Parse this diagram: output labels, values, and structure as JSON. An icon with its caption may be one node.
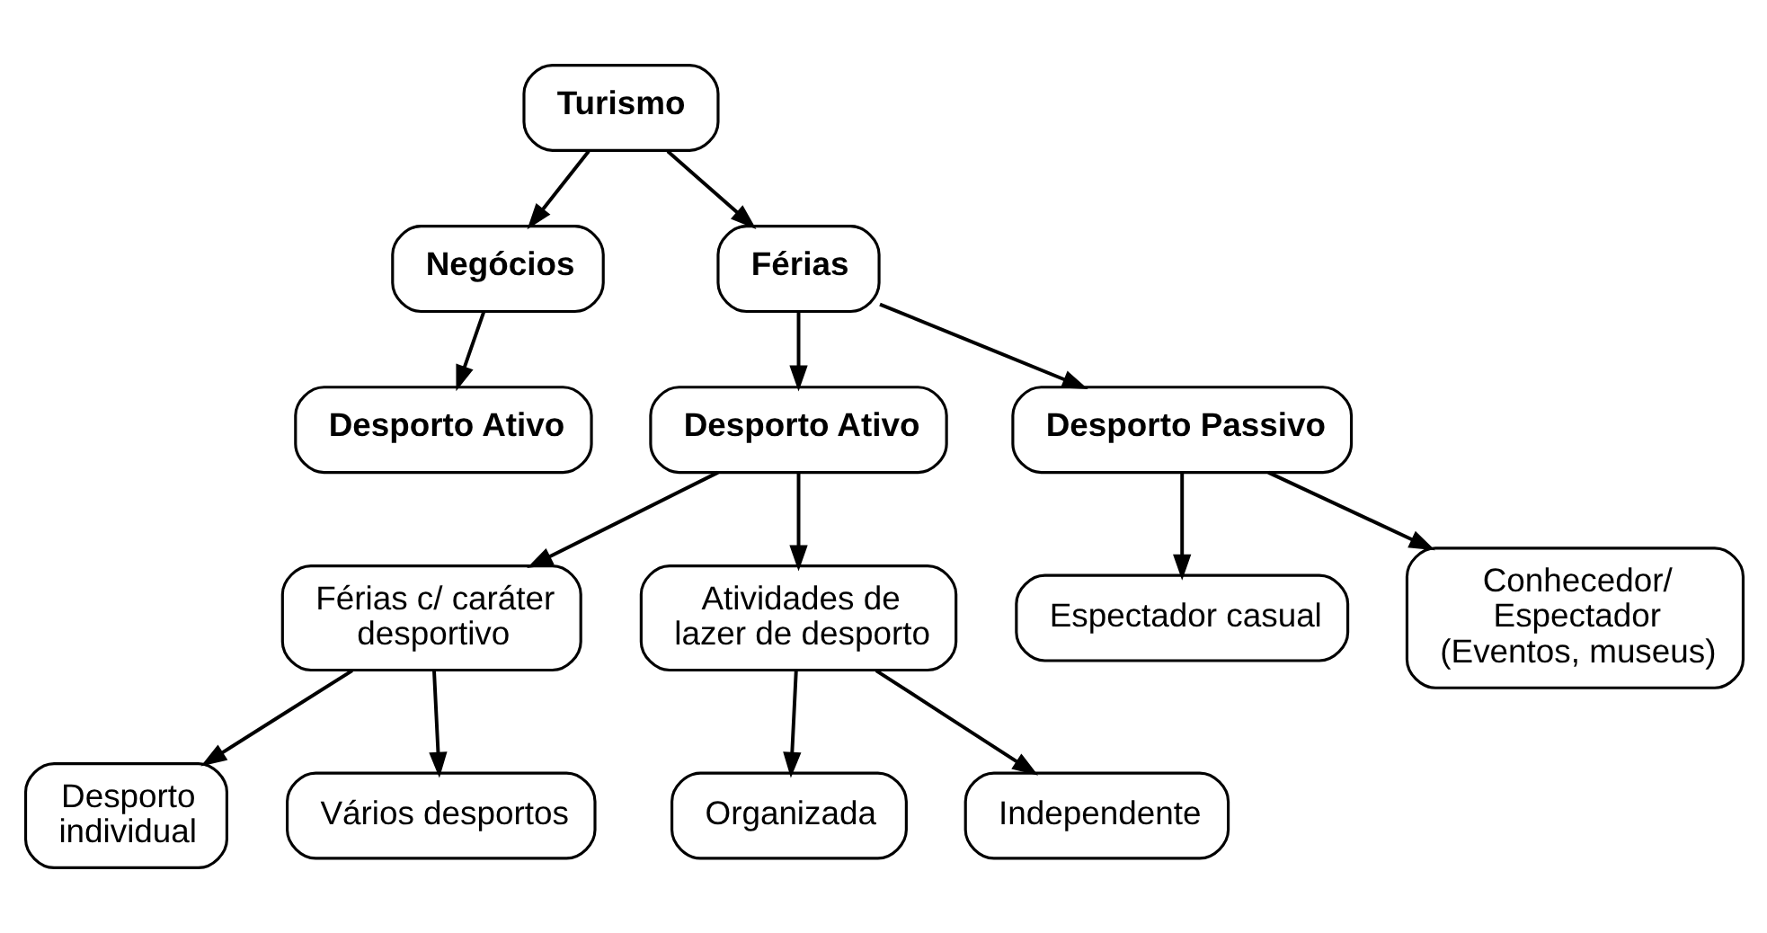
{
  "diagram": {
    "nodes": [
      {
        "text": [
          "Turismo"
        ]
      },
      {
        "text": [
          "Negócios"
        ]
      },
      {
        "text": [
          "Desporto Ativo"
        ]
      },
      {
        "text": [
          "Férias"
        ]
      },
      {
        "text": [
          "Desporto Ativo"
        ]
      },
      {
        "text": [
          "Desporto Passivo"
        ]
      },
      {
        "text": [
          "Espectador casual"
        ]
      },
      {
        "text": [
          "Conhecedor/ Espectador (Eventos, museus)"
        ]
      },
      {
        "text": [
          "Férias c/ caráter desportivo"
        ]
      },
      {
        "text": [
          "Atividades de lazer de desporto"
        ]
      },
      {
        "text": [
          "Desporto individual"
        ]
      },
      {
        "text": [
          "Vários desportos"
        ]
      },
      {
        "text": [
          "Organizada"
        ]
      },
      {
        "text": [
          "Independente"
        ]
      }
    ],
    "edges": [
      {
        "from": 0,
        "to": 1,
        "arrow": "to"
      },
      {
        "from": 0,
        "to": 3,
        "arrow": "to"
      },
      {
        "from": 1,
        "to": 2,
        "arrow": "to"
      },
      {
        "from": 3,
        "to": 4,
        "arrow": "to"
      },
      {
        "from": 3,
        "to": 5,
        "arrow": "to"
      },
      {
        "from": 5,
        "to": 6,
        "arrow": "to"
      },
      {
        "from": 5,
        "to": 7,
        "arrow": "to"
      },
      {
        "from": 4,
        "to": 8,
        "arrow": "to"
      },
      {
        "from": 4,
        "to": 9,
        "arrow": "to"
      },
      {
        "from": 8,
        "to": 10,
        "arrow": "to"
      },
      {
        "from": 8,
        "to": 11,
        "arrow": "to"
      },
      {
        "from": 9,
        "to": 12,
        "arrow": "to"
      },
      {
        "from": 9,
        "to": 13,
        "arrow": "to"
      }
    ]
  }
}
